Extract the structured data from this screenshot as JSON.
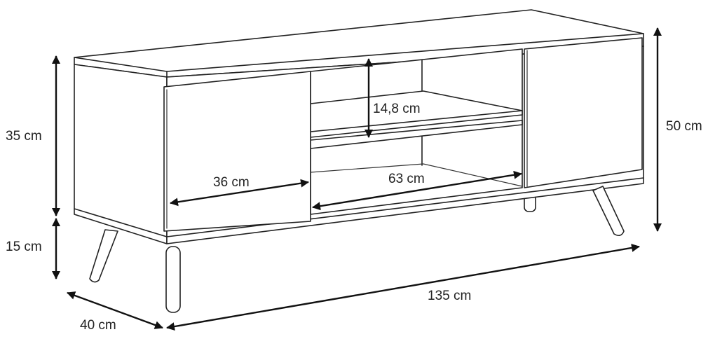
{
  "dimensions": {
    "leg_height": "15 cm",
    "body_height": "35 cm",
    "total_height": "50 cm",
    "shelf_gap": "14,8 cm",
    "door_width": "36 cm",
    "niche_width": "63 cm",
    "total_width": "135 cm",
    "depth": "40 cm"
  },
  "colors": {
    "line": "#222222",
    "background": "#ffffff"
  }
}
